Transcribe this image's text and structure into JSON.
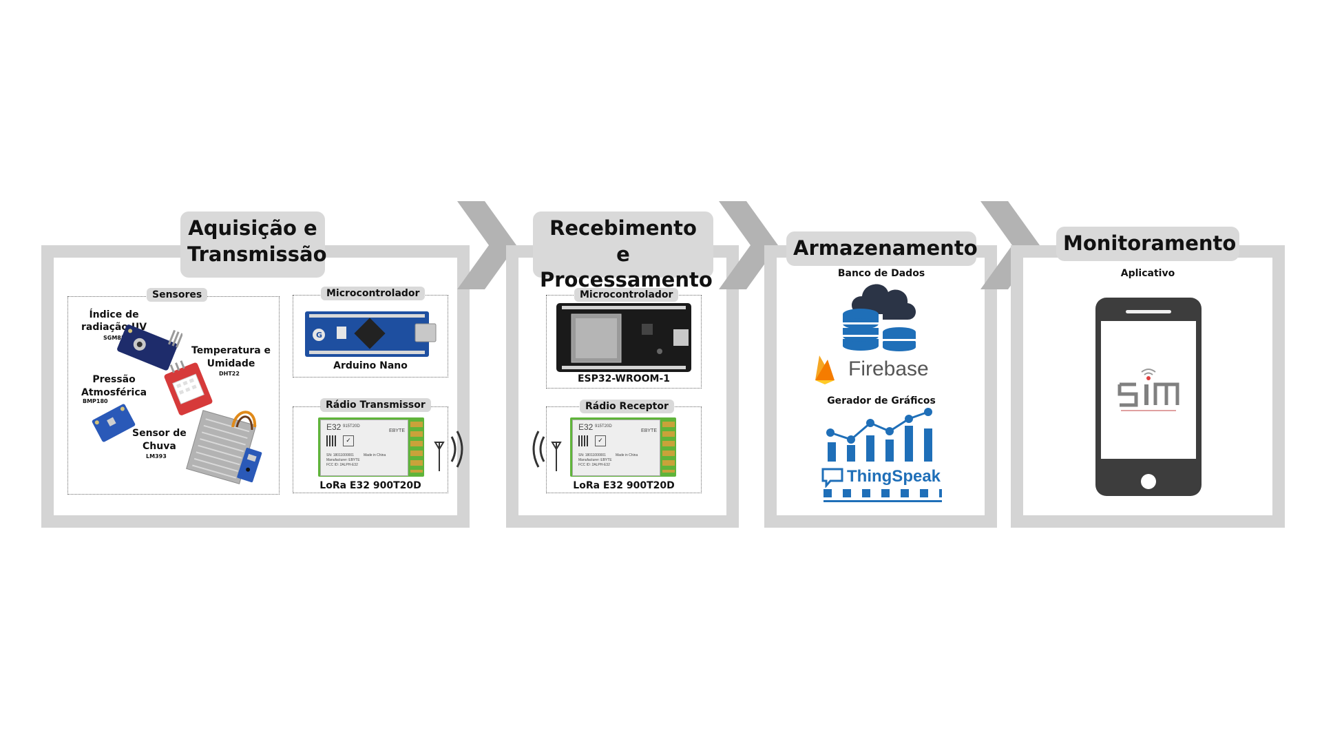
{
  "stages": {
    "acquisition": {
      "title_line1": "Aquisição e",
      "title_line2": "Transmissão",
      "sensors": {
        "tab": "Sensores",
        "uv_label_line1": "Índice de",
        "uv_label_line2": "radiação UV",
        "uv_model": "SGM8521",
        "temp_label_line1": "Temperatura e",
        "temp_label_line2": "Umidade",
        "temp_model": "DHT22",
        "pressure_label_line1": "Pressão",
        "pressure_label_line2": "Atmosférica",
        "pressure_model": "BMP180",
        "rain_label_line1": "Sensor de",
        "rain_label_line2": "Chuva",
        "rain_model": "LM393"
      },
      "micro": {
        "tab": "Microcontrolador",
        "caption": "Arduino Nano"
      },
      "radio": {
        "tab": "Rádio Transmissor",
        "caption": "LoRa E32 900T20D"
      }
    },
    "processing": {
      "title_line1": "Recebimento e",
      "title_line2": "Processamento",
      "micro": {
        "tab": "Microcontrolador",
        "caption": "ESP32-WROOM-1"
      },
      "radio": {
        "tab": "Rádio Receptor",
        "caption": "LoRa E32 900T20D"
      }
    },
    "storage": {
      "title": "Armazenamento",
      "db_label": "Banco de Dados",
      "firebase_text": "Firebase",
      "charts_label": "Gerador de Gráficos",
      "thingspeak_text": "ThingSpeak"
    },
    "monitoring": {
      "title": "Monitoramento",
      "app_label": "Aplicativo"
    }
  },
  "lora_module": {
    "model_text": "E32",
    "part_text": "915T20D",
    "brand_text": "EBYTE",
    "sn_text": "SN: 18011000001",
    "made_text": "Made in China",
    "manufacturer_text": "Manufacturer: EBYTE",
    "fcc_text": "FCC ID: 2ALPH-E32"
  },
  "colors": {
    "frame": "#d4d4d4",
    "tab": "#d9d9d9",
    "arrow": "#b3b3b3",
    "db_dark": "#2b3446",
    "db_blue": "#1f6fb8",
    "firebase_orange": "#f5a623",
    "thingspeak_blue": "#1f6fb8",
    "phone": "#3d3d3d"
  }
}
